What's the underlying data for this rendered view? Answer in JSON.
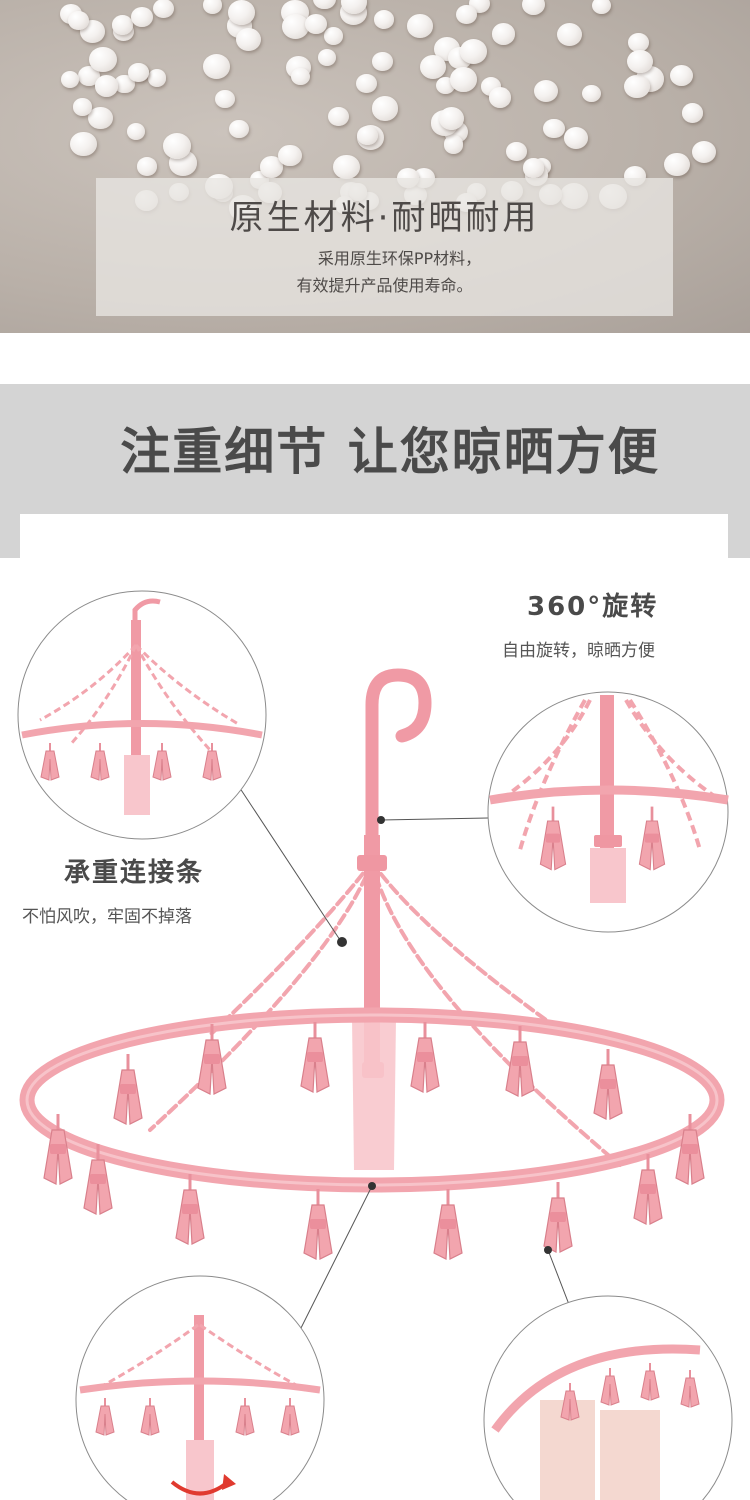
{
  "material": {
    "title": "原生材料·耐晒耐用",
    "desc_line1": "采用原生环保PP材料，",
    "desc_line2": "有效提升产品使用寿命。"
  },
  "detail": {
    "title": "注重细节 让您晾晒方便"
  },
  "features": {
    "rotation": {
      "title": "360°旋转",
      "desc": "自由旋转，晾晒方便"
    },
    "chain": {
      "title": "承重连接条",
      "desc": "不怕风吹，牢固不掉落"
    }
  },
  "colors": {
    "product_pink": "#f2a5ae",
    "clip_pink": "#f0a0aa",
    "text_dark": "#4a4a4a",
    "band_gray": "#d4d4d4"
  }
}
